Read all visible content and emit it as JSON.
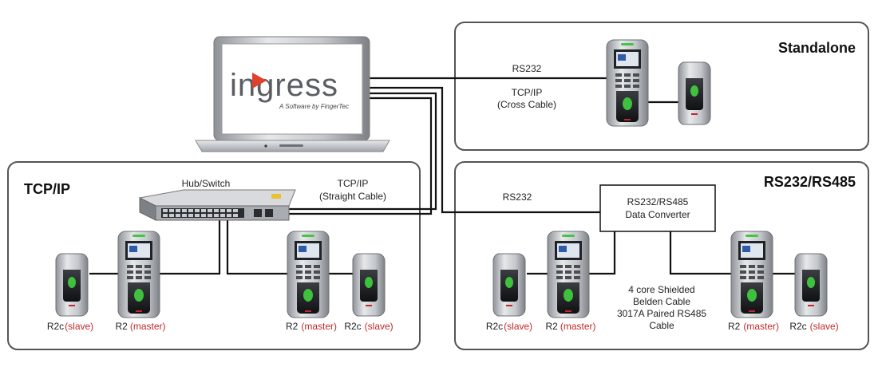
{
  "panels": {
    "standalone": {
      "title": "Standalone",
      "link_label": "RS232",
      "link_sub1": "TCP/IP",
      "link_sub2": "(Cross Cable)"
    },
    "tcpip": {
      "title": "TCP/IP",
      "hub_label": "Hub/Switch",
      "link_label1": "TCP/IP",
      "link_label2": "(Straight Cable)"
    },
    "rs": {
      "title": "RS232/RS485",
      "link_label": "RS232",
      "converter_line1": "RS232/RS485",
      "converter_line2": "Data Converter",
      "cable_line1": "4 core Shielded",
      "cable_line2": "Belden Cable",
      "cable_line3": "3017A Paired RS485",
      "cable_line4": "Cable"
    }
  },
  "laptop": {
    "logo_text": "ingress",
    "logo_sub": "A Software by FingerTec"
  },
  "devices": {
    "tcp_d1": {
      "model": "R2c",
      "role": "(slave)"
    },
    "tcp_d2": {
      "model": "R2",
      "role": "(master)"
    },
    "tcp_d3": {
      "model": "R2",
      "role": "(master)"
    },
    "tcp_d4": {
      "model": "R2c",
      "role": "(slave)"
    },
    "rs_d1": {
      "model": "R2c",
      "role": "(slave)"
    },
    "rs_d2": {
      "model": "R2",
      "role": "(master)"
    },
    "rs_d3": {
      "model": "R2",
      "role": "(master)"
    },
    "rs_d4": {
      "model": "R2c",
      "role": "(slave)"
    }
  },
  "colors": {
    "panel_border": "#555555",
    "accent_red": "#c0282a",
    "device_silver": "#c9ccd0",
    "fingerprint_green": "#3ec23e"
  }
}
